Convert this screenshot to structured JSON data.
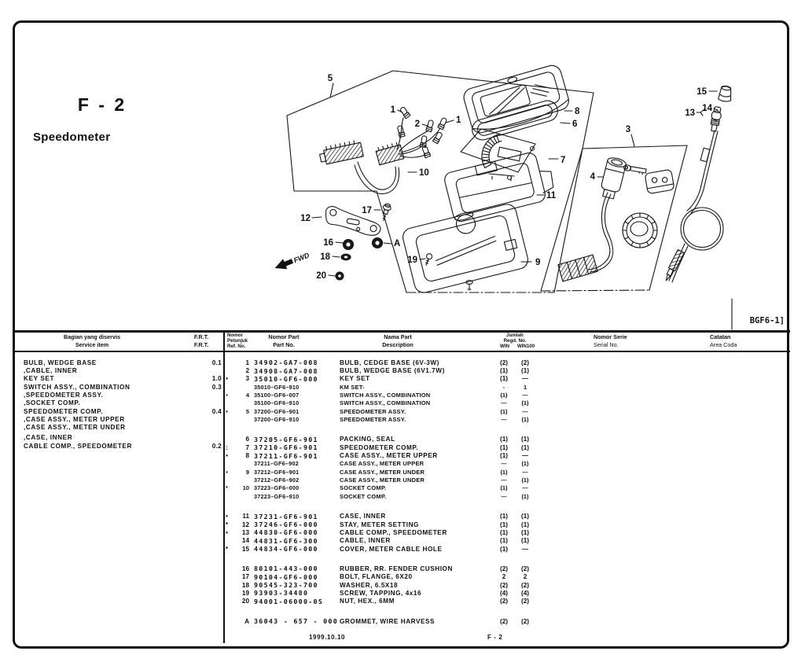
{
  "page": {
    "section_code": "F - 2",
    "section_title": "Speedometer",
    "plate_code": "BGF6-1]",
    "footer_date": "1999.10.10",
    "footer_page": "F - 2"
  },
  "diagram": {
    "callouts": {
      "n5": "5",
      "n1a": "1",
      "n2": "2",
      "n1b": "1",
      "n8": "8",
      "n6": "6",
      "n7": "7",
      "n10": "10",
      "n11": "11",
      "n12": "12",
      "n16": "16",
      "n17": "17",
      "n18": "18",
      "n19": "19",
      "n20": "20",
      "n9": "9",
      "nA": "A",
      "n3": "3",
      "n4": "4",
      "n13": "13",
      "n14": "14",
      "n15": "15",
      "fwd": "FWD"
    }
  },
  "table": {
    "headers": {
      "col_service_l1": "Bagian yang diservis",
      "col_service_l2": "Service item",
      "col_frt_l1": "F.R.T.",
      "col_frt_l2": "F.R.T.",
      "col_ref_l1": "Nomor",
      "col_ref_l2": "Petunjuk",
      "col_ref_l3": "Ref. No.",
      "col_part_l1": "Nomor Part",
      "col_part_l2": "Part No.",
      "col_desc_l1": "Nama Part",
      "col_desc_l2": "Description",
      "col_qty_l1": "Jumlah",
      "col_qty_l2": "Regd. No.",
      "col_qty_l3a": "WIN",
      "col_qty_l3b": "WIN100",
      "col_serial_l1": "Nomor Serie",
      "col_serial_l2": "Serial No.",
      "col_note_l1": "Catatan",
      "col_note_l2": "Area Coda"
    },
    "service_items": [
      {
        "name": "BULB, WEDGE BASE",
        "frt": "0.1"
      },
      {
        "name": ",CABLE, INNER",
        "frt": ""
      },
      {
        "name": "KEY SET",
        "frt": "1.0"
      },
      {
        "name": "SWITCH ASSY., COMBINATION",
        "frt": "0.3"
      },
      {
        "name": ",SPEEDOMETER ASSY.",
        "frt": ""
      },
      {
        "name": ",SOCKET COMP.",
        "frt": ""
      },
      {
        "name": "SPEEDOMETER COMP.",
        "frt": "0.4"
      },
      {
        "name": ",CASE ASSY., METER UPPER",
        "frt": ""
      },
      {
        "name": ",CASE ASSY., METER UNDER",
        "frt": ""
      },
      {
        "name": ",CASE, INNER",
        "frt": "",
        "cls": "nudge"
      },
      {
        "name": "CABLE COMP., SPEEDOMETER",
        "frt": "0.2"
      }
    ],
    "parts": [
      {
        "marker": "",
        "ref": "1",
        "part": "34902-GA7-008",
        "desc": "BULB, CEDGE BASE (6V-3W)",
        "q1": "(2)",
        "q2": "(2)"
      },
      {
        "marker": "",
        "ref": "2",
        "part": "34908-GA7-008",
        "desc": "BULB, WEDGE BASE (6V1.7W)",
        "q1": "(1)",
        "q2": "(1)"
      },
      {
        "marker": "•",
        "ref": "3",
        "part": "35010-GF6-000",
        "desc": "KEY SET",
        "q1": "(1)",
        "q2": "—"
      },
      {
        "cls": "alt",
        "marker": "",
        "ref": "",
        "part": "35010–GF6–910",
        "desc": "KM SET-",
        "q1": "-",
        "q2": "1"
      },
      {
        "cls": "alt",
        "marker": "•",
        "ref": "4",
        "part": "35100–GF6–007",
        "desc": "SWITCH ASSY., COMBINATION",
        "q1": "(1)",
        "q2": "—"
      },
      {
        "cls": "alt",
        "marker": "",
        "ref": "",
        "part": "35100–GF6–910",
        "desc": "SWITCH ASSY., COMBINATION",
        "q1": "—",
        "q2": "(1)"
      },
      {
        "cls": "alt",
        "marker": "•",
        "ref": "5",
        "part": "37200–GF6–901",
        "desc": "SPEEDOMETER ASSY.",
        "q1": "(1)",
        "q2": "—"
      },
      {
        "cls": "alt",
        "marker": "",
        "ref": "",
        "part": "37200–GF6–910",
        "desc": "SPEEDOMETER ASSY.",
        "q1": "—",
        "q2": "(1)"
      },
      {
        "cls": "gap",
        "marker": "",
        "ref": "6",
        "part": "37205-GF6-901",
        "desc": "PACKING, SEAL",
        "q1": "(1)",
        "q2": "(1)"
      },
      {
        "marker": ":",
        "ref": "7",
        "part": "37210-GF6-901",
        "desc": "SPEEDOMETER COMP.",
        "q1": "(1)",
        "q2": "(1)"
      },
      {
        "marker": "•",
        "ref": "8",
        "part": "37211-GF6-901",
        "desc": "CASE ASSY., METER UPPER",
        "q1": "(1)",
        "q2": "—"
      },
      {
        "cls": "alt",
        "marker": "",
        "ref": "",
        "part": "37211–GF6–902",
        "desc": "CASE ASSY., METER UPPER",
        "q1": "—",
        "q2": "(1)"
      },
      {
        "cls": "alt",
        "marker": "•",
        "ref": "9",
        "part": "37212–GF6–901",
        "desc": "CASE ASSY., METER UNDER",
        "q1": "(1)",
        "q2": "—"
      },
      {
        "cls": "alt",
        "marker": "",
        "ref": "",
        "part": "37212–GF6–902",
        "desc": "CASE ASSY., METER UNDER",
        "q1": "—",
        "q2": "(1)"
      },
      {
        "cls": "alt",
        "marker": "*",
        "ref": "10",
        "part": "37223–GF6–000",
        "desc": "SOCKET COMP.",
        "q1": "(1)",
        "q2": "—"
      },
      {
        "cls": "alt",
        "marker": "",
        "ref": "",
        "part": "37223–GF6–910",
        "desc": "SOCKET COMP.",
        "q1": "—",
        "q2": "(1)"
      },
      {
        "cls": "gap",
        "marker": "•",
        "ref": "11",
        "part": "37231-GF6-901",
        "desc": "CASE, INNER",
        "q1": "(1)",
        "q2": "(1)"
      },
      {
        "marker": "*",
        "ref": "12",
        "part": "37246-GF6-000",
        "desc": "STAY, METER SETTING",
        "q1": "(1)",
        "q2": "(1)"
      },
      {
        "marker": "•",
        "ref": "13",
        "part": "44830-GF6-000",
        "desc": "CABLE COMP., SPEEDOMETER",
        "q1": "(1)",
        "q2": "(1)"
      },
      {
        "marker": "",
        "ref": "14",
        "part": "44831-GF6-300",
        "desc": "CABLE, INNER",
        "q1": "(1)",
        "q2": "(1)"
      },
      {
        "marker": "*",
        "ref": "15",
        "part": "44834-GF6-000",
        "desc": "COVER, METER CABLE HOLE",
        "q1": "(1)",
        "q2": "—"
      },
      {
        "cls": "gap",
        "marker": "",
        "ref": "16",
        "part": "80101-443-000",
        "desc": "RUBBER, RR. FENDER CUSHION",
        "q1": "(2)",
        "q2": "(2)"
      },
      {
        "marker": "",
        "ref": "17",
        "part": "90104-GF6-000",
        "desc": "BOLT, FLANGE, 6X20",
        "q1": "2",
        "q2": "2"
      },
      {
        "marker": "",
        "ref": "18",
        "part": "90545-323-700",
        "desc": "WASHER, 6.5X18",
        "q1": "(2)",
        "q2": "(2)"
      },
      {
        "marker": "",
        "ref": "19",
        "part": "93903-34480",
        "desc": "SCREW, TAPPING, 4x16",
        "q1": "(4)",
        "q2": "(4)"
      },
      {
        "marker": "",
        "ref": "20",
        "part": "94001-06000-0S",
        "desc": "NUT, HEX., 6MM",
        "q1": "(2)",
        "q2": "(2)"
      },
      {
        "cls": "gap",
        "marker": "",
        "ref": "A",
        "part": "36043 - 657 - 000",
        "desc": "GROMMET, WIRE HARVESS",
        "q1": "(2)",
        "q2": "(2)"
      }
    ]
  }
}
